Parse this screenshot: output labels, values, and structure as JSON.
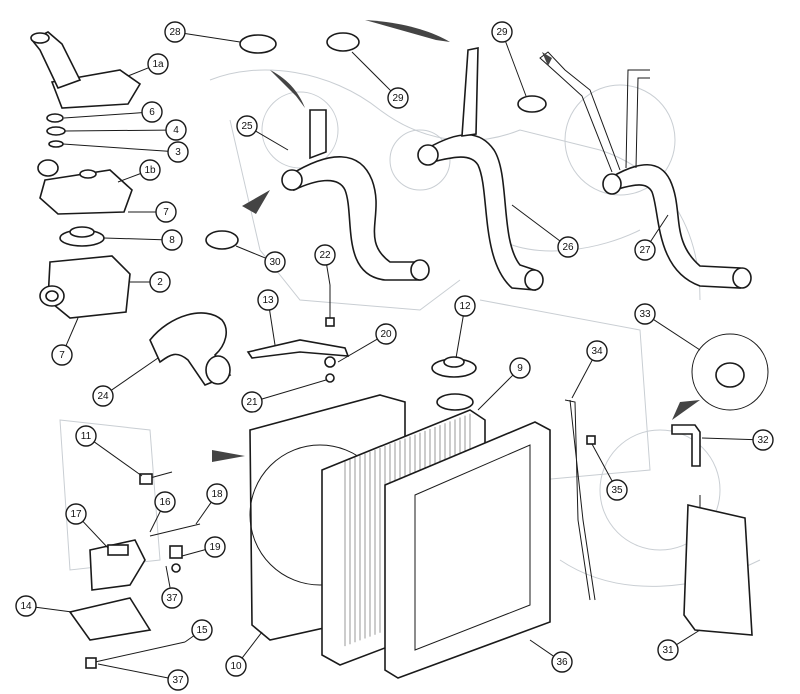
{
  "diagram": {
    "callouts": [
      {
        "id": "1a",
        "label": "1a"
      },
      {
        "id": "6",
        "label": "6"
      },
      {
        "id": "4",
        "label": "4"
      },
      {
        "id": "3",
        "label": "3"
      },
      {
        "id": "1b",
        "label": "1b"
      },
      {
        "id": "7a",
        "label": "7"
      },
      {
        "id": "8",
        "label": "8"
      },
      {
        "id": "2",
        "label": "2"
      },
      {
        "id": "7b",
        "label": "7"
      },
      {
        "id": "28",
        "label": "28"
      },
      {
        "id": "29a",
        "label": "29"
      },
      {
        "id": "29b",
        "label": "29"
      },
      {
        "id": "25",
        "label": "25"
      },
      {
        "id": "26",
        "label": "26"
      },
      {
        "id": "27",
        "label": "27"
      },
      {
        "id": "30",
        "label": "30"
      },
      {
        "id": "22",
        "label": "22"
      },
      {
        "id": "13",
        "label": "13"
      },
      {
        "id": "20",
        "label": "20"
      },
      {
        "id": "21",
        "label": "21"
      },
      {
        "id": "24",
        "label": "24"
      },
      {
        "id": "12",
        "label": "12"
      },
      {
        "id": "9",
        "label": "9"
      },
      {
        "id": "34",
        "label": "34"
      },
      {
        "id": "33",
        "label": "33"
      },
      {
        "id": "32",
        "label": "32"
      },
      {
        "id": "35",
        "label": "35"
      },
      {
        "id": "11",
        "label": "11"
      },
      {
        "id": "18",
        "label": "18"
      },
      {
        "id": "17",
        "label": "17"
      },
      {
        "id": "16",
        "label": "16"
      },
      {
        "id": "19",
        "label": "19"
      },
      {
        "id": "37a",
        "label": "37"
      },
      {
        "id": "14",
        "label": "14"
      },
      {
        "id": "15",
        "label": "15"
      },
      {
        "id": "37b",
        "label": "37"
      },
      {
        "id": "10",
        "label": "10"
      },
      {
        "id": "36",
        "label": "36"
      },
      {
        "id": "31",
        "label": "31"
      }
    ],
    "colors": {
      "line": "#1a1a1a",
      "ghost_engine": "#c9ced3",
      "background": "#ffffff"
    }
  }
}
